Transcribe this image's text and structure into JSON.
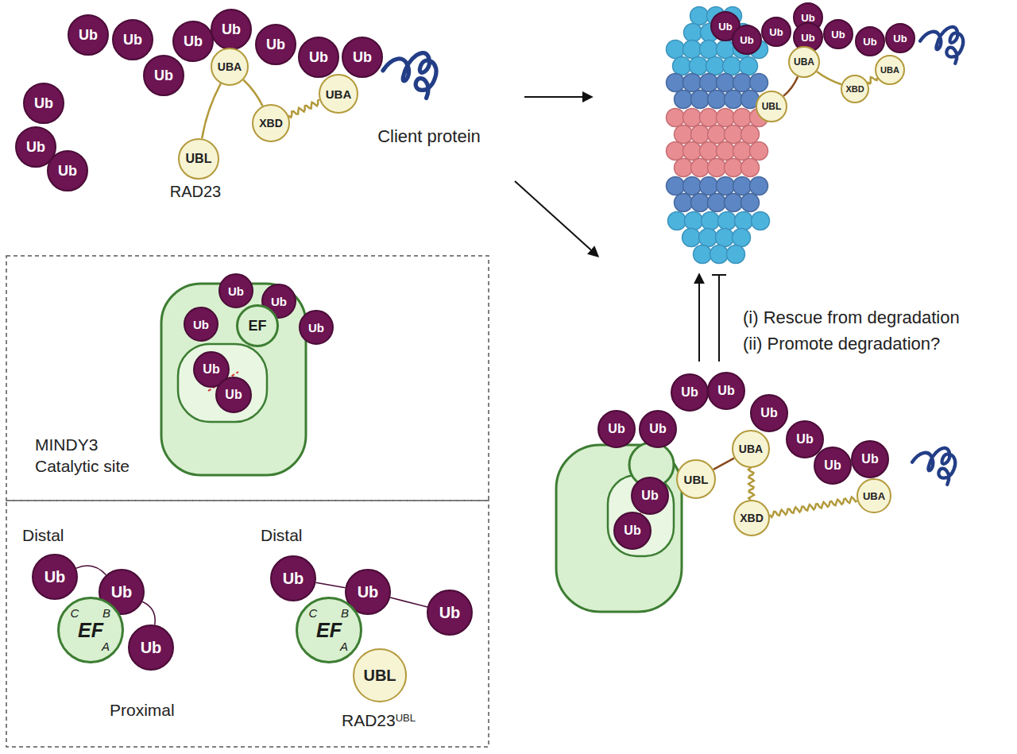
{
  "diagram": {
    "nodes": [
      {
        "text": [
          "Ub"
        ]
      },
      {
        "text": [
          "Ub"
        ]
      },
      {
        "text": [
          "Ub"
        ]
      },
      {
        "text": [
          "Ub"
        ]
      },
      {
        "text": [
          "Ub"
        ]
      },
      {
        "text": [
          "Ub"
        ]
      },
      {
        "text": [
          "Ub"
        ]
      },
      {
        "text": [
          "Ub"
        ]
      },
      {
        "text": [
          "UBA"
        ]
      },
      {
        "text": [
          "UBA"
        ]
      },
      {
        "text": [
          "Ub"
        ]
      },
      {
        "text": [
          "XBD"
        ]
      },
      {
        "text": [
          "Ub"
        ]
      },
      {
        "text": [
          "UBL"
        ]
      },
      {
        "text": [
          "Ub"
        ]
      },
      {
        "text": [
          "Ub"
        ]
      },
      {
        "text": [
          "Ub"
        ]
      },
      {
        "text": [
          "Ub"
        ]
      },
      {
        "text": [
          "Ub"
        ]
      },
      {
        "text": [
          "Ub"
        ]
      },
      {
        "text": [
          "Ub"
        ]
      },
      {
        "text": [
          "Ub"
        ]
      },
      {
        "text": [
          "Ub"
        ]
      },
      {
        "text": [
          "UBA"
        ]
      },
      {
        "text": [
          "UBA"
        ]
      },
      {
        "text": [
          "XBD"
        ]
      },
      {
        "text": [
          "UBL"
        ]
      },
      {
        "text": [
          "Ub"
        ]
      },
      {
        "text": [
          "Ub"
        ]
      },
      {
        "text": [
          "Ub"
        ]
      },
      {
        "text": [
          "EF"
        ]
      },
      {
        "text": [
          "Ub"
        ]
      },
      {
        "text": [
          "Ub"
        ]
      },
      {
        "text": [
          "Ub"
        ]
      },
      {
        "text": [
          "Ub"
        ]
      },
      {
        "text": [
          "Ub"
        ]
      },
      {
        "text": [
          "Ub"
        ]
      },
      {
        "text": [
          "Ub"
        ]
      },
      {
        "text": [
          "Ub"
        ]
      },
      {
        "text": [
          "C",
          "B",
          "EF",
          "A"
        ]
      },
      {
        "text": [
          "C",
          "B",
          "EF",
          "A"
        ]
      },
      {
        "text": [
          "Ub"
        ]
      },
      {
        "text": [
          "UBL"
        ]
      },
      {
        "text": [
          "Ub"
        ]
      },
      {
        "text": [
          "Ub"
        ]
      },
      {
        "text": [
          "Ub"
        ]
      },
      {
        "text": [
          "Ub"
        ]
      },
      {
        "text": [
          "Ub"
        ]
      },
      {
        "text": [
          "Ub"
        ]
      },
      {
        "text": [
          "UBA"
        ]
      },
      {
        "text": [
          "Ub"
        ]
      },
      {
        "text": [
          "Ub"
        ]
      },
      {
        "text": [
          "UBL"
        ]
      },
      {
        "text": [
          "UBA"
        ]
      },
      {
        "text": [
          "Ub"
        ]
      },
      {
        "text": [
          "XBD"
        ]
      },
      {
        "text": [
          "Ub"
        ]
      }
    ],
    "edges": [
      {
        "from": 8,
        "to": 13,
        "arrow": "none"
      },
      {
        "from": 8,
        "to": 11,
        "arrow": "none"
      },
      {
        "from": 11,
        "to": 9,
        "arrow": "none"
      },
      {
        "from": 26,
        "to": 23,
        "arrow": "none"
      },
      {
        "from": 23,
        "to": 25,
        "arrow": "none"
      },
      {
        "from": 25,
        "to": 24,
        "arrow": "none"
      },
      {
        "from": 34,
        "to": 36,
        "arrow": "none"
      },
      {
        "from": 36,
        "to": 41,
        "arrow": "none"
      },
      {
        "from": 35,
        "to": 37,
        "arrow": "none"
      },
      {
        "from": 37,
        "to": 38,
        "arrow": "none"
      },
      {
        "from": 52,
        "to": 49,
        "arrow": "none"
      },
      {
        "from": 49,
        "to": 55,
        "arrow": "none"
      },
      {
        "from": 55,
        "to": 53,
        "arrow": "none"
      }
    ],
    "labels": [
      "RAD23",
      "Client protein",
      "MINDY3 Catalytic site",
      "(i) Rescue from degradation",
      "(ii) Promote degradation?",
      "Distal",
      "Proximal",
      "Distal",
      "RAD23",
      "UBL"
    ]
  }
}
